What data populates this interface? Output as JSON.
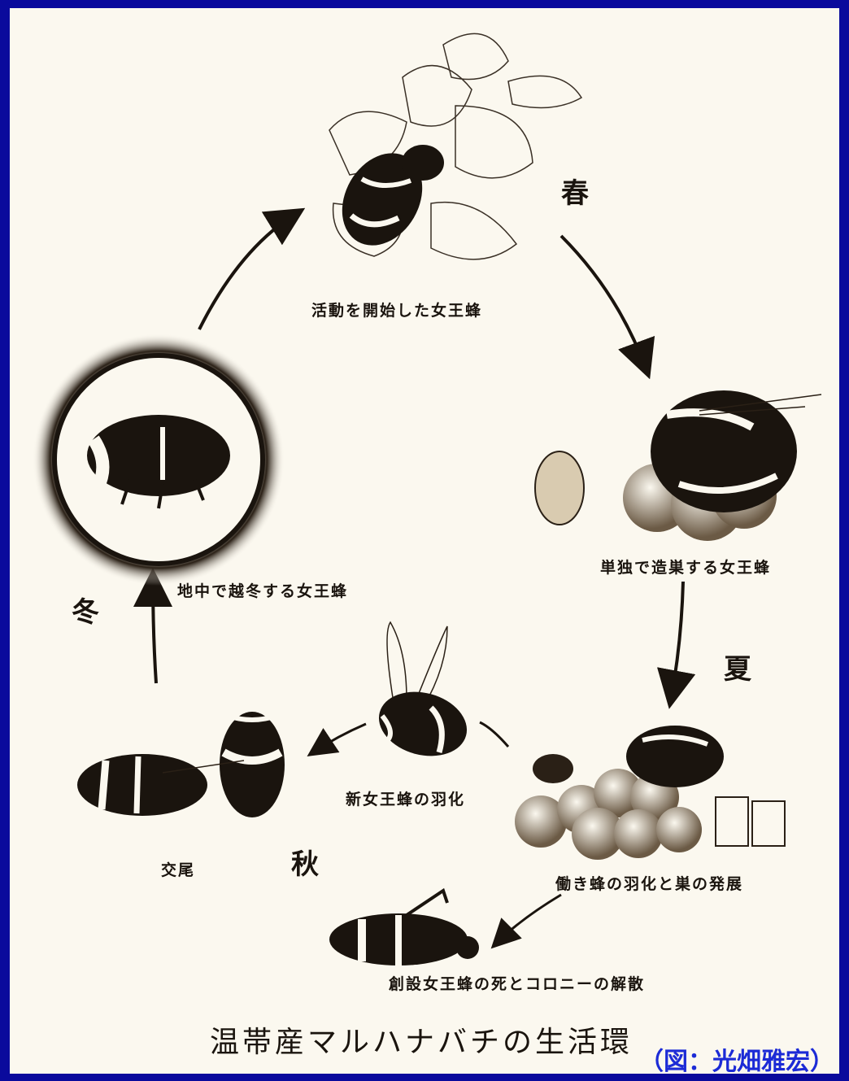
{
  "title": "温帯産マルハナバチの生活環",
  "credit": "（図：光畑雅宏）",
  "seasons": {
    "spring": "春",
    "summer": "夏",
    "autumn": "秋",
    "winter": "冬"
  },
  "stages": {
    "queen_starts_activity": "活動を開始した女王蜂",
    "queen_nests_alone": "単独で造巣する女王蜂",
    "workers_emerge_nest_develops": "働き蜂の羽化と巣の発展",
    "founding_queen_dies_colony_disperses": "創設女王蜂の死とコロニーの解散",
    "new_queen_emerges": "新女王蜂の羽化",
    "mating": "交尾",
    "queen_overwinters_underground": "地中で越冬する女王蜂"
  }
}
